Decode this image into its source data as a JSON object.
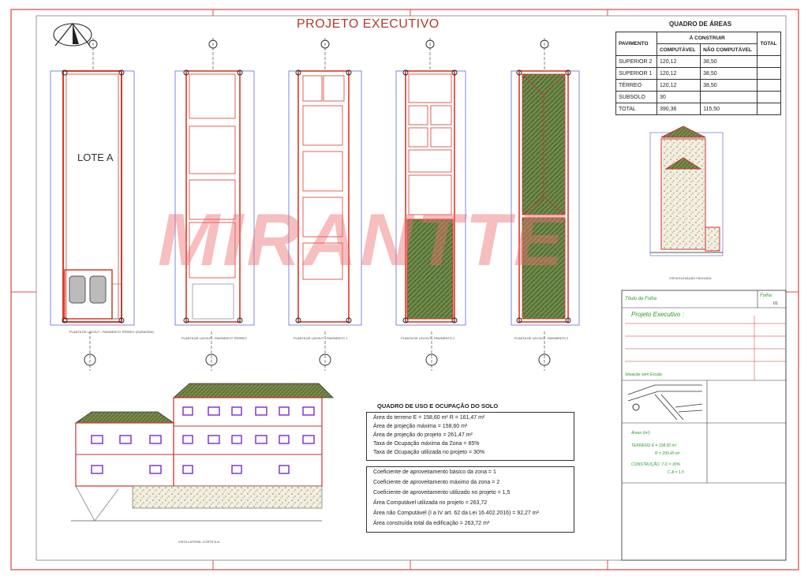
{
  "sheet": {
    "title": "PROJETO EXECUTIVO",
    "watermark": "MIRANTTE",
    "lot_label": "LOTE A"
  },
  "plan_captions": [
    "PLANTA DE LAYOUT - PAVIMENTO TÉRREO (GARAGEM)",
    "PLANTA DE LAYOUT - PAVIMENTO TÉRREO",
    "PLANTA DE LAYOUT - PAVIMENTO 1",
    "PLANTA DE LAYOUT - PAVIMENTO 2",
    "PLANTA DE LAYOUT - PAVIMENTO 2",
    "VISTA ELEVAÇÃO FACHADA",
    "VISTA LATERAL CORTE A-A"
  ],
  "areas_table": {
    "title": "QUADRO DE ÁREAS",
    "col_pavimento": "PAVIMENTO",
    "col_a_construir": "À CONSTRUIR",
    "col_computavel": "COMPUTÁVEL",
    "col_nao_computavel": "NÃO COMPUTÁVEL",
    "col_total": "TOTAL",
    "rows": [
      {
        "pav": "SUPERIOR 2",
        "comp": "120,12",
        "nao": "38,50",
        "total": ""
      },
      {
        "pav": "SUPERIOR 1",
        "comp": "120,12",
        "nao": "38,50",
        "total": ""
      },
      {
        "pav": "TÉRREO",
        "comp": "120,12",
        "nao": "38,50",
        "total": ""
      },
      {
        "pav": "SUBSOLO",
        "comp": "30",
        "nao": "",
        "total": ""
      },
      {
        "pav": "TOTAL",
        "comp": "390,36",
        "nao": "115,50",
        "total": ""
      }
    ]
  },
  "uso_solo": {
    "title": "QUADRO DE USO E OCUPAÇÃO DO SOLO",
    "box1": [
      "Área do terreno E = 158,60 m²  R = 161,47 m²",
      "Área de projeção máxima = 158,60 m²",
      "Área de projeção do projeto = 261,47 m²",
      "Taxa de Ocupação máxima da Zona = 85%",
      "Taxa de Ocupação utilizada no projeto = 30%"
    ],
    "box2": [
      "Coeficiente de aproveitamento básico da zona = 1",
      "Coeficiente de aproveitamento máximo da zona = 2",
      "Coeficiente de aproveitamento utilizado no projeto = 1,5",
      "Área Computável utilizada no projeto = 263,72",
      "Área não Computável (I a IV art. 62 da Lei 16.402.2016) = 92,27 m²",
      "Área construída total da edificação = 263,72 m²"
    ]
  },
  "title_block": {
    "header": "Título da Folha",
    "folha_label": "Folha",
    "folha_num": "01",
    "project": "Projeto Executivo :",
    "situacao": "Situação sem Escala",
    "areas_label": "Áreas (m²)",
    "terreno_e": "TERRENO E = 158,60 m²",
    "terreno_r": "R = 200,45 m²",
    "construcao": "CONSTRUÇÃO: T.O = 30%",
    "ca": "C.A = 1.5"
  },
  "colors": {
    "border_red": "#d9534f",
    "plan_red": "#d93a2a",
    "hatch_green": "#5a7a3a",
    "dim_blue": "#2a3ac8",
    "title_red": "#b33a2a",
    "window_purple": "#7a2ac8"
  }
}
